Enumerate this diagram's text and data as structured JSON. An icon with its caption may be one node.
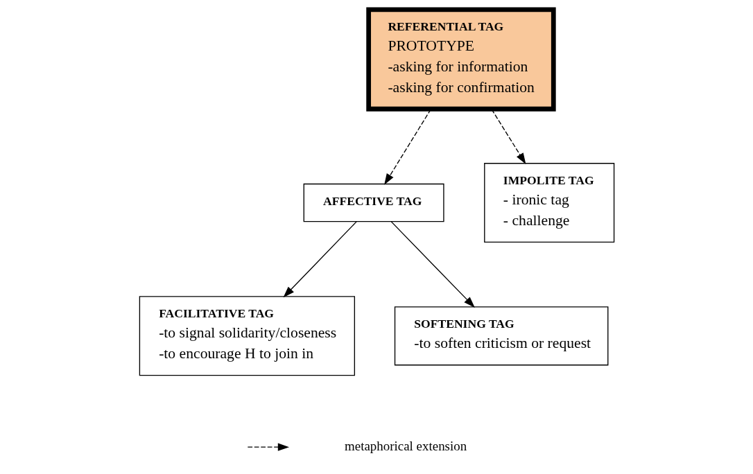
{
  "diagram": {
    "nodes": [
      {
        "text": [
          "REFERENTIAL TAG",
          "PROTOTYPE",
          "-asking for information",
          "-asking for confirmation"
        ]
      },
      {
        "text": [
          "AFFECTIVE TAG"
        ]
      },
      {
        "text": [
          "IMPOLITE TAG",
          "- ironic tag",
          "- challenge"
        ]
      },
      {
        "text": [
          "FACILITATIVE TAG",
          "-to signal solidarity/closeness",
          "-to encourage H to join in"
        ]
      },
      {
        "text": [
          "SOFTENING TAG",
          "-to soften criticism or request"
        ]
      }
    ],
    "edges": [
      {
        "from": 0,
        "to": 1,
        "arrow": "to",
        "style": "dashed"
      },
      {
        "from": 0,
        "to": 2,
        "arrow": "to",
        "style": "dashed"
      },
      {
        "from": 1,
        "to": 3,
        "arrow": "to"
      },
      {
        "from": 1,
        "to": 4,
        "arrow": "to"
      }
    ],
    "legend": [
      {
        "text": "metaphorical extension"
      }
    ]
  }
}
